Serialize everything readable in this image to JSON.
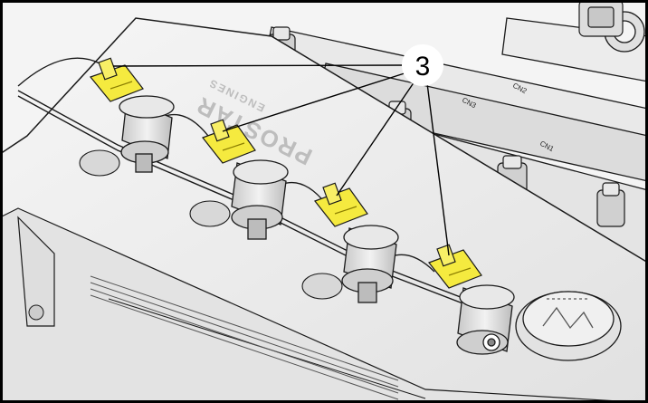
{
  "callout": {
    "number": "3",
    "target_count": 4
  },
  "engraving": {
    "brand": "PROSTAR",
    "subtext": "ENGINES"
  },
  "part_labels": [
    "CN3",
    "CN2",
    "CN1"
  ],
  "colors": {
    "frame": "#000000",
    "engine_body": "#efefef",
    "engine_shade": "#d4d4d4",
    "highlight_part": "#f5ea3f",
    "line": "#1a1a1a"
  }
}
